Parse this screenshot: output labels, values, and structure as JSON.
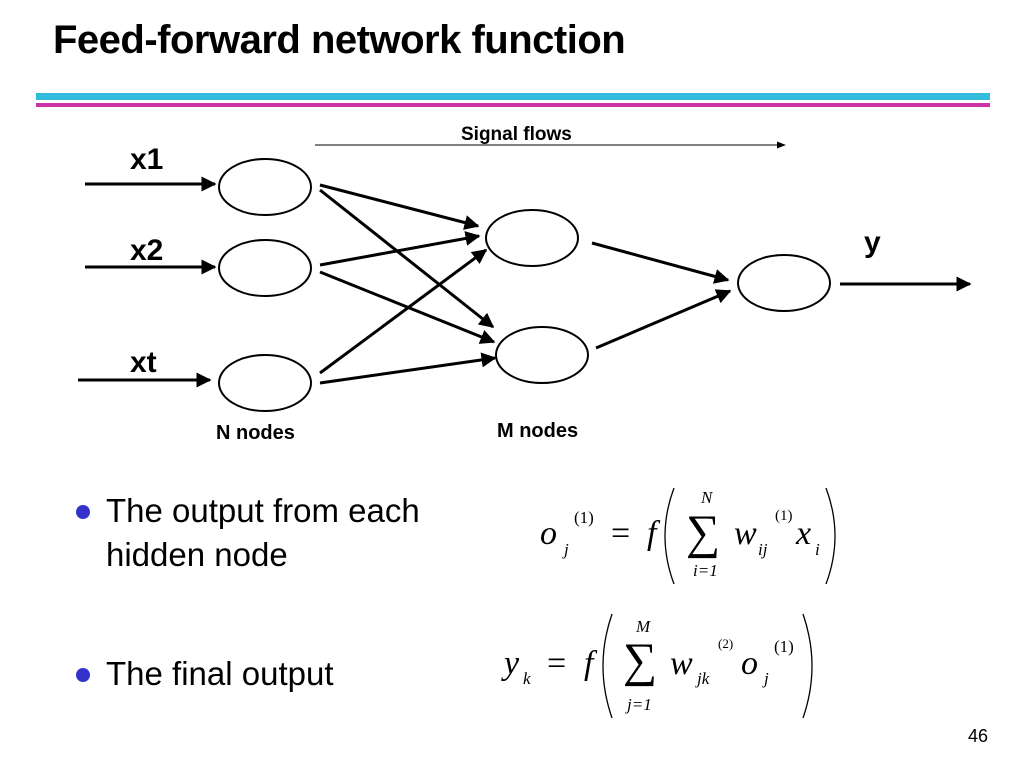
{
  "slide": {
    "title": "Feed-forward network function",
    "page_number": "46",
    "colors": {
      "bar_blue": "#33bbdd",
      "bar_pink": "#cc33aa",
      "bullet": "#3333cc"
    }
  },
  "diagram": {
    "signal_label": "Signal flows",
    "inputs": [
      "x1",
      "x2",
      "xt"
    ],
    "output": "y",
    "input_layer_label": "N nodes",
    "hidden_layer_label": "M nodes"
  },
  "bullets": [
    {
      "text": "The output from each hidden node"
    },
    {
      "text": "The final output"
    }
  ],
  "equations": {
    "hidden": {
      "lhs_var": "o",
      "lhs_sub": "j",
      "lhs_sup": "(1)",
      "eq": "=",
      "f": "f",
      "sum_upper": "N",
      "sum_lower": "i=1",
      "w": "w",
      "w_sub": "ij",
      "w_sup": "(1)",
      "x": "x",
      "x_sub": "i"
    },
    "output": {
      "lhs_var": "y",
      "lhs_sub": "k",
      "eq": "=",
      "f": "f",
      "sum_upper": "M",
      "sum_lower": "j=1",
      "w": "w",
      "w_sub": "jk",
      "w_sup": "(2)",
      "o": "o",
      "o_sub": "j",
      "o_sup": "(1)"
    }
  }
}
